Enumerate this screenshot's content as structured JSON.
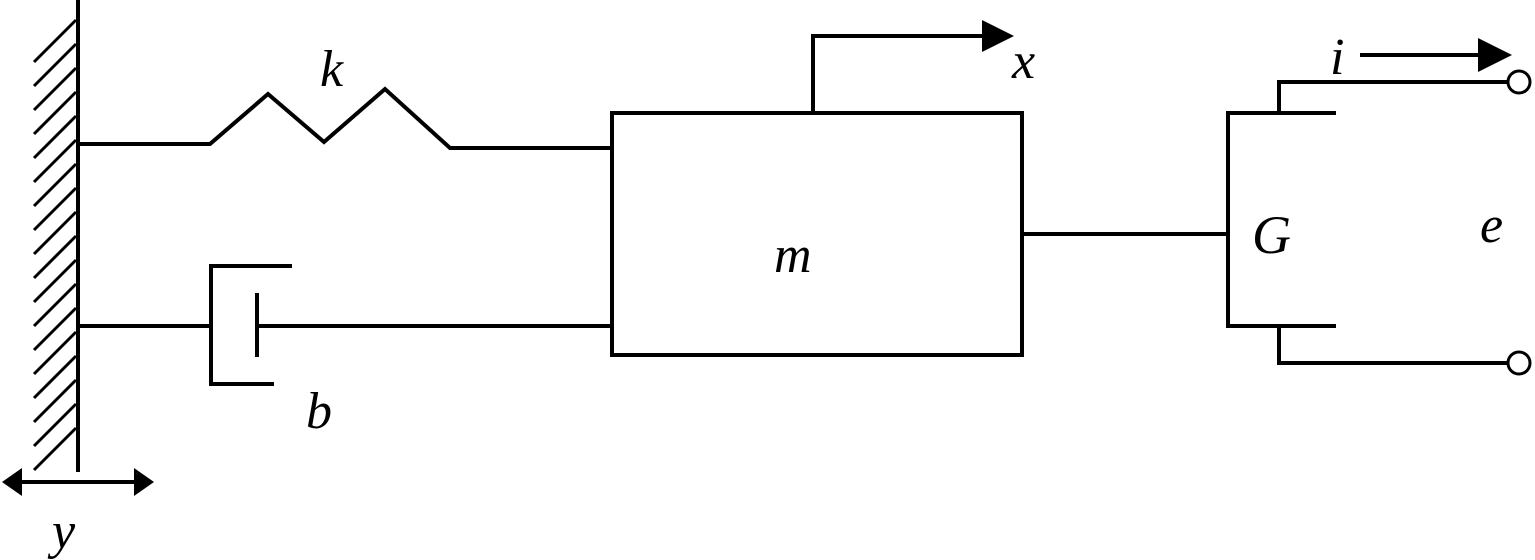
{
  "labels": {
    "spring": "k",
    "damper": "b",
    "mass": "m",
    "displacement_x": "x",
    "base_motion": "y",
    "transducer": "G",
    "current": "i",
    "voltage": "e"
  }
}
